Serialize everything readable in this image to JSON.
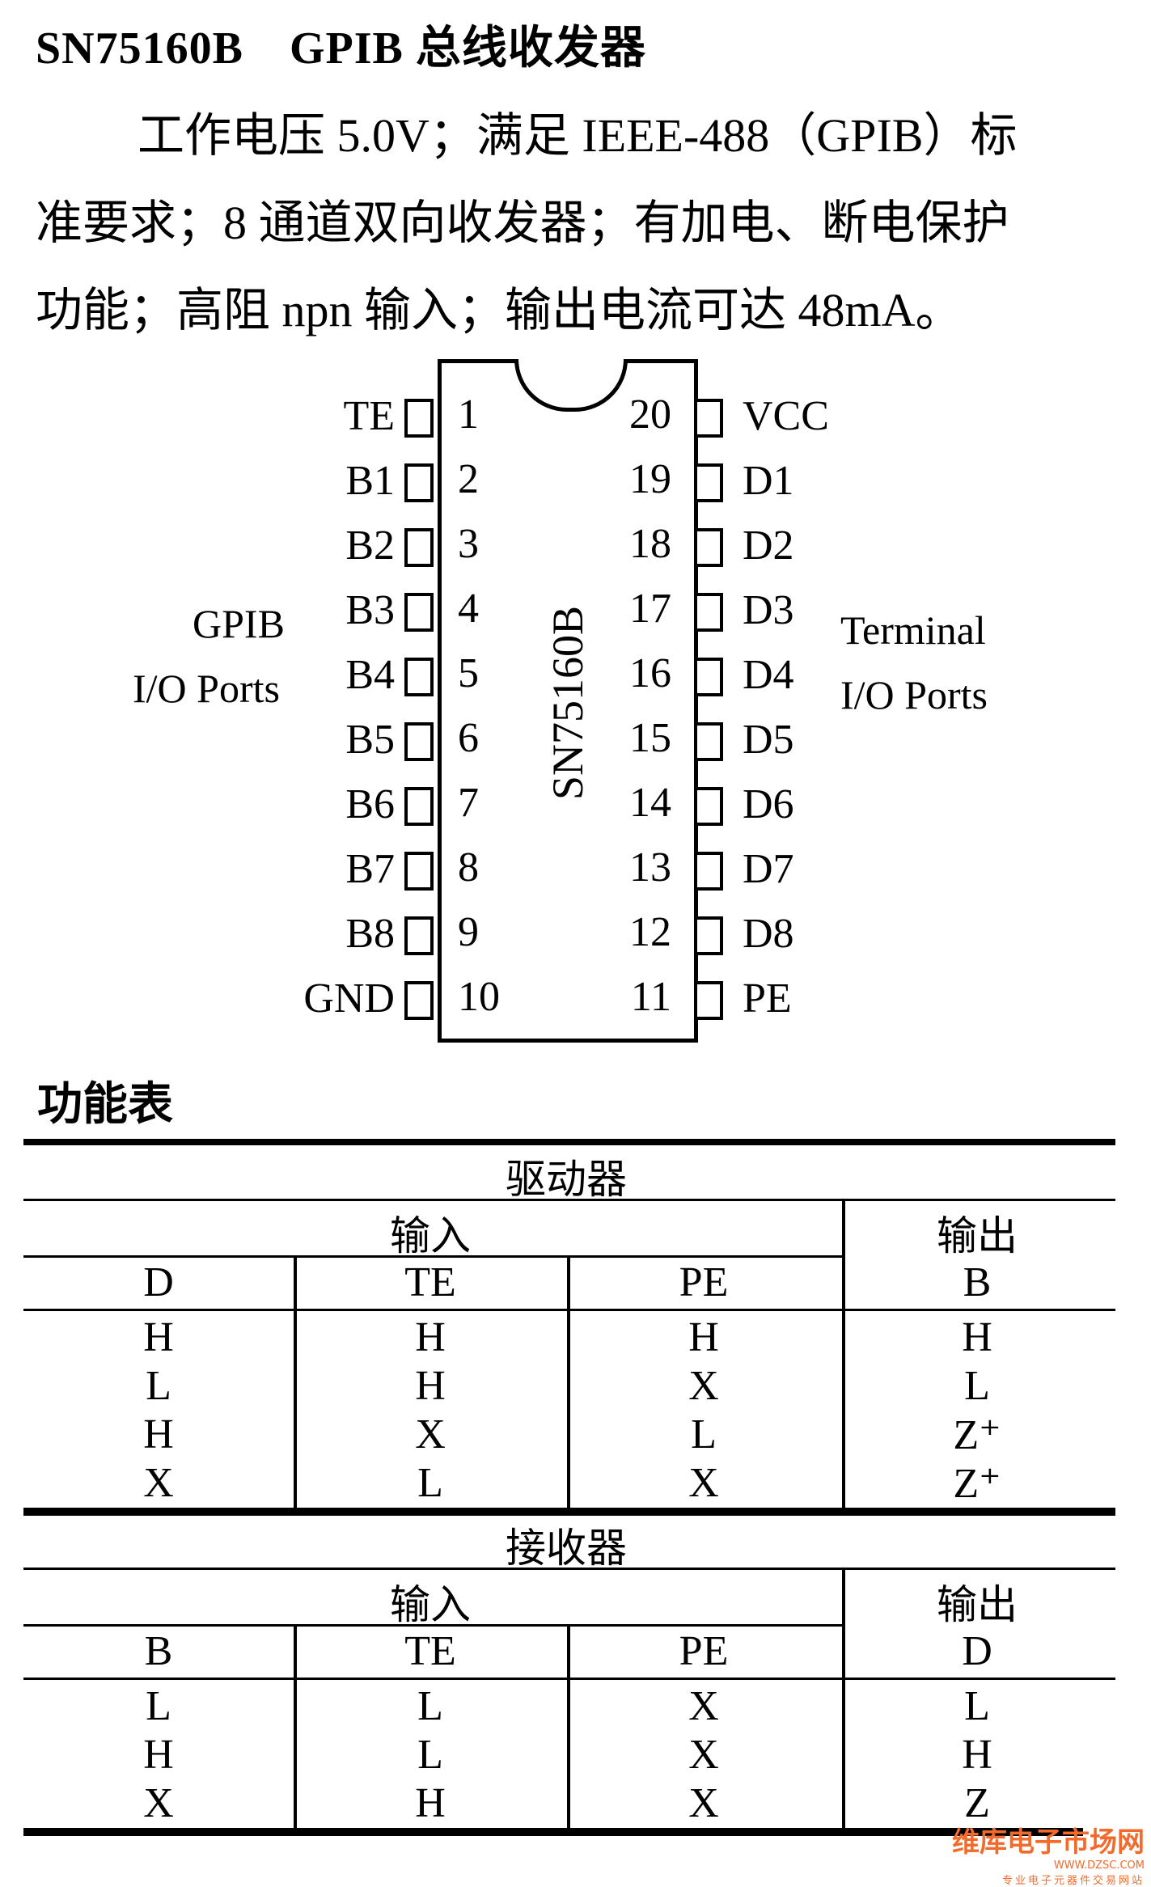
{
  "title": "SN75160B　GPIB 总线收发器",
  "description": [
    "工作电压 5.0V；满足 IEEE-488（GPIB）标",
    "准要求；8 通道双向收发器；有加电、断电保护",
    "功能；高阻 npn 输入；输出电流可达 48mA。"
  ],
  "chip": {
    "name": "SN75160B",
    "left_pins": [
      {
        "num": "1",
        "label": "TE"
      },
      {
        "num": "2",
        "label": "B1"
      },
      {
        "num": "3",
        "label": "B2"
      },
      {
        "num": "4",
        "label": "B3"
      },
      {
        "num": "5",
        "label": "B4"
      },
      {
        "num": "6",
        "label": "B5"
      },
      {
        "num": "7",
        "label": "B6"
      },
      {
        "num": "8",
        "label": "B7"
      },
      {
        "num": "9",
        "label": "B8"
      },
      {
        "num": "10",
        "label": "GND"
      }
    ],
    "right_pins": [
      {
        "num": "20",
        "label": "VCC"
      },
      {
        "num": "19",
        "label": "D1"
      },
      {
        "num": "18",
        "label": "D2"
      },
      {
        "num": "17",
        "label": "D3"
      },
      {
        "num": "16",
        "label": "D4"
      },
      {
        "num": "15",
        "label": "D5"
      },
      {
        "num": "14",
        "label": "D6"
      },
      {
        "num": "13",
        "label": "D7"
      },
      {
        "num": "12",
        "label": "D8"
      },
      {
        "num": "11",
        "label": "PE"
      }
    ],
    "left_group": [
      "GPIB",
      "I/O Ports"
    ],
    "right_group": [
      "Terminal",
      "I/O Ports"
    ]
  },
  "function_table": {
    "heading": "功能表",
    "driver": {
      "title": "驱动器",
      "inputs_label": "输入",
      "outputs_label": "输出",
      "columns": [
        "D",
        "TE",
        "PE",
        "B"
      ],
      "rows": [
        [
          "H",
          "H",
          "H",
          "H"
        ],
        [
          "L",
          "H",
          "X",
          "L"
        ],
        [
          "H",
          "X",
          "L",
          "Z⁺"
        ],
        [
          "X",
          "L",
          "X",
          "Z⁺"
        ]
      ]
    },
    "receiver": {
      "title": "接收器",
      "inputs_label": "输入",
      "outputs_label": "输出",
      "columns": [
        "B",
        "TE",
        "PE",
        "D"
      ],
      "rows": [
        [
          "L",
          "L",
          "X",
          "L"
        ],
        [
          "H",
          "L",
          "X",
          "H"
        ],
        [
          "X",
          "H",
          "X",
          "Z"
        ]
      ]
    }
  },
  "watermark": {
    "brand": "维库电子市场网",
    "url": "WWW.DZSC.COM",
    "slogan": "专业电子元器件交易网站"
  }
}
